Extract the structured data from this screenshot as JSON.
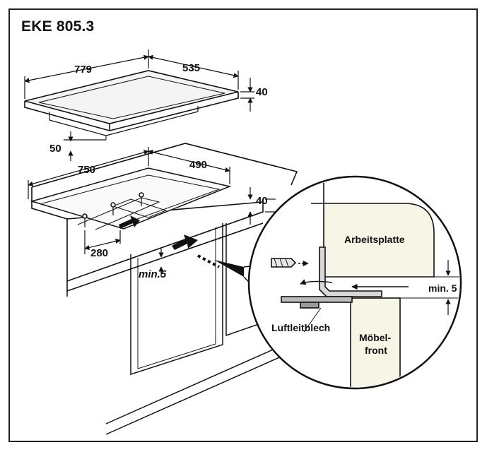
{
  "model": "EKE 805.3",
  "dims": {
    "hob_width": "779",
    "hob_depth": "535",
    "hob_height": "40",
    "undercut": "50",
    "cutout_width": "750",
    "cutout_depth": "490",
    "worktop_thickness": "40",
    "bracket_offset": "280",
    "gap_front": "min.5",
    "gap_detail": "min. 5"
  },
  "labels": {
    "worktop": "Arbeitsplatte",
    "deflector": "Luftleitblech",
    "front_line1": "Möbel-",
    "front_line2": "front"
  }
}
